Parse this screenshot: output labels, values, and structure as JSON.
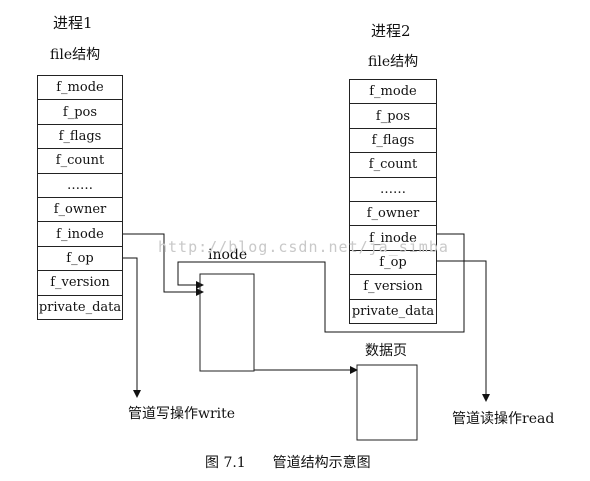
{
  "process1": {
    "title": "进程1",
    "subtitle": "file结构",
    "fields": [
      "f_mode",
      "f_pos",
      "f_flags",
      "f_count",
      "……",
      "f_owner",
      "f_inode",
      "f_op",
      "f_version",
      "private_data"
    ]
  },
  "process2": {
    "title": "进程2",
    "subtitle": "file结构",
    "fields": [
      "f_mode",
      "f_pos",
      "f_flags",
      "f_count",
      "……",
      "f_owner",
      "f_inode",
      "f_op",
      "f_version",
      "private_data"
    ]
  },
  "inode": {
    "label": "inode"
  },
  "data_page": {
    "label": "数据页"
  },
  "write_op": {
    "label": "管道写操作write"
  },
  "read_op": {
    "label": "管道读操作read"
  },
  "caption": {
    "figure_no": "图 7.1",
    "text": "管道结构示意图"
  },
  "watermark": {
    "text": "http://blog.csdn.net/ja_simba"
  },
  "colors": {
    "line": "#111111",
    "border": "#222222",
    "watermark": "#c9c9c9"
  }
}
